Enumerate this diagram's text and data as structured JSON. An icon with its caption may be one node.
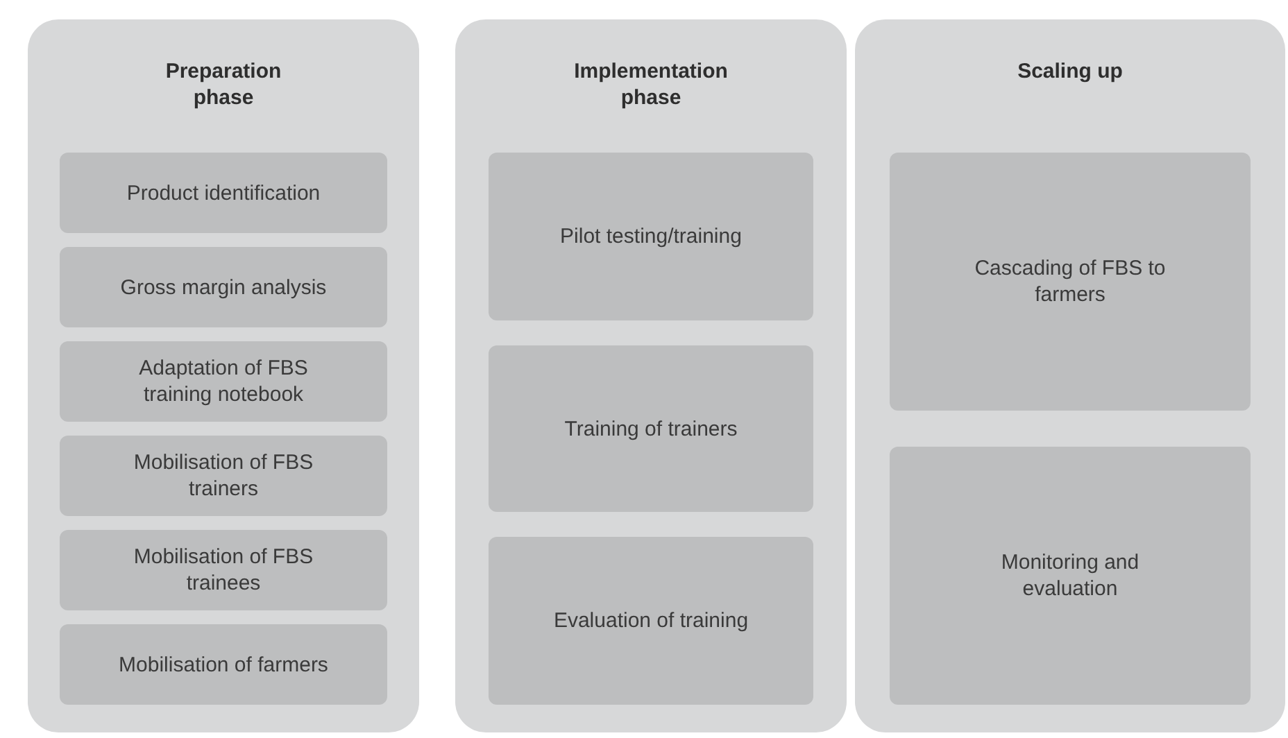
{
  "diagram": {
    "nodes": [
      {
        "text": [
          "Preparation phase"
        ]
      },
      {
        "text": [
          "Product identification"
        ],
        "in": 0
      },
      {
        "text": [
          "Gross margin analysis"
        ],
        "in": 0
      },
      {
        "text": [
          "Adaptation of FBS training notebook"
        ],
        "in": 0
      },
      {
        "text": [
          "Mobilisation of FBS trainers"
        ],
        "in": 0
      },
      {
        "text": [
          "Mobilisation of FBS trainees"
        ],
        "in": 0
      },
      {
        "text": [
          "Mobilisation of farmers"
        ],
        "in": 0
      },
      {
        "text": [
          "Implementation phase"
        ]
      },
      {
        "text": [
          "Pilot testing/training"
        ],
        "in": 7
      },
      {
        "text": [
          "Training of trainers"
        ],
        "in": 7
      },
      {
        "text": [
          "Evaluation of training"
        ],
        "in": 7
      },
      {
        "text": [
          "Scaling up"
        ]
      },
      {
        "text": [
          "Cascading of FBS to farmers"
        ],
        "in": 11
      },
      {
        "text": [
          "Monitoring and evaluation"
        ],
        "in": 11
      }
    ]
  }
}
